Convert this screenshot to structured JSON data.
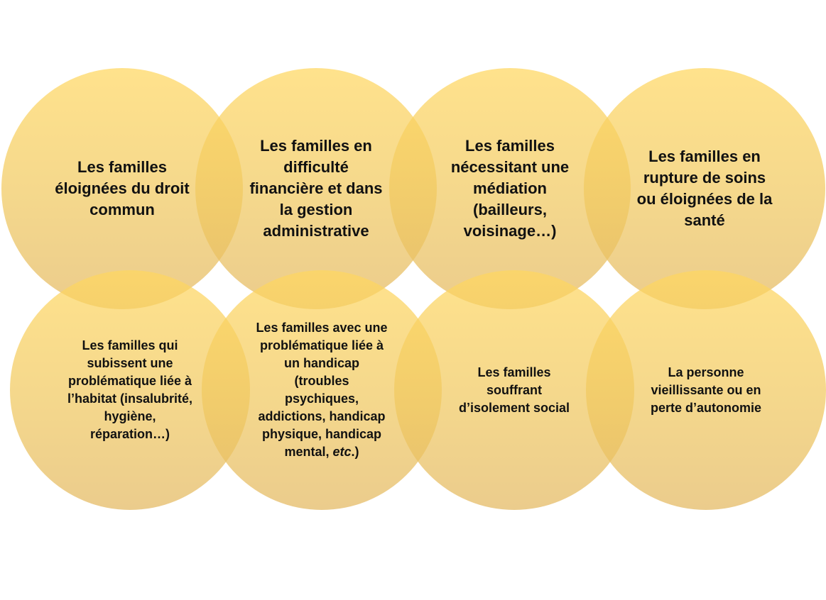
{
  "colors": {
    "circle_fill_top": "#ffd75f",
    "circle_fill_bottom": "#e4ba64",
    "text": "#111111",
    "background": "#ffffff"
  },
  "circles_top": [
    {
      "label": "Les familles\néloignées du droit\ncommun"
    },
    {
      "label": "Les familles en\ndifficulté\nfinancière et dans\nla gestion\nadministrative"
    },
    {
      "label": "Les familles\nnécessitant une\nmédiation\n(bailleurs,\nvoisinage…)"
    },
    {
      "label": "Les familles en\nrupture de soins\nou éloignées de la\nsanté"
    }
  ],
  "circles_bottom": [
    {
      "label": "Les familles qui\nsubissent une\nproblématique liée à\nl’habitat (insalubrité,\nhygiène,\nréparation…)"
    },
    {
      "label_main": "Les familles avec une\nproblématique liée à\nun handicap\n(troubles\npsychiques,\naddictions, handicap\nphysique, handicap\nmental, ",
      "label_italic": "etc",
      "label_end": ".)"
    },
    {
      "label": "Les familles\nsouffrant\nd’isolement social"
    },
    {
      "label": "La personne\nvieillissante ou en\nperte d’autonomie"
    }
  ]
}
